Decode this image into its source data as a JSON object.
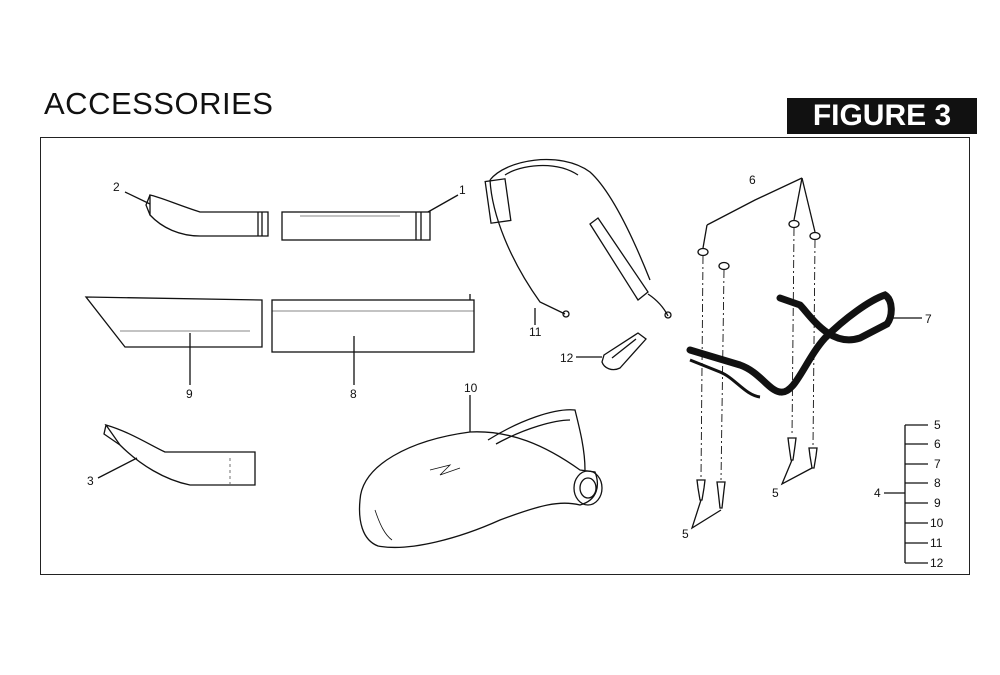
{
  "header": {
    "title": "ACCESSORIES",
    "figure_label": "FIGURE 3"
  },
  "callouts": {
    "c1": "1",
    "c2": "2",
    "c3": "3",
    "c4": "4",
    "c5a": "5",
    "c5b": "5",
    "c6": "6",
    "c7": "7",
    "c8": "8",
    "c9": "9",
    "c10": "10",
    "c11": "11",
    "c12": "12"
  },
  "kit_list": [
    "5",
    "6",
    "7",
    "8",
    "9",
    "10",
    "11",
    "12"
  ]
}
